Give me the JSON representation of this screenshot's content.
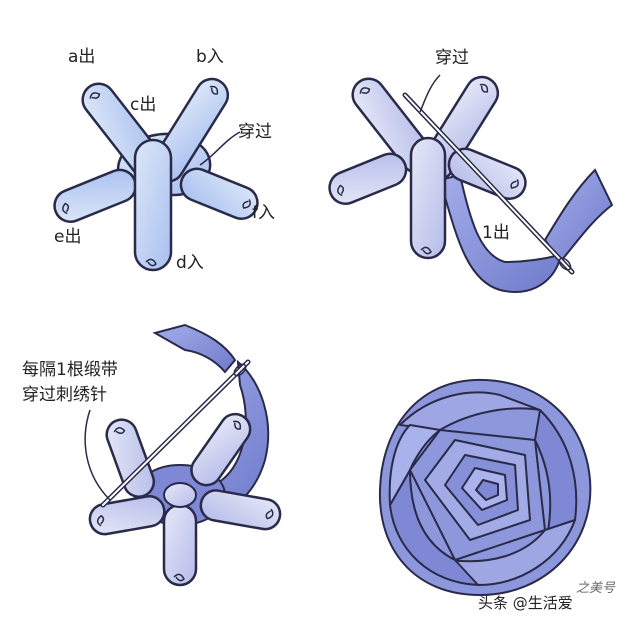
{
  "panel1": {
    "labels": {
      "a": "a出",
      "b": "b入",
      "c": "c出",
      "pass": "穿过",
      "e": "e出",
      "f": "f入",
      "d": "d入"
    }
  },
  "panel2": {
    "labels": {
      "pass": "穿过",
      "one_out": "1出"
    }
  },
  "panel3": {
    "label_line1": "每隔1根缎带",
    "label_line2": "穿过刺绣针"
  },
  "footer": {
    "watermark": "头条 @生活爱",
    "stamp": "之美号"
  },
  "colors": {
    "petal_light": "#cfe0f5",
    "petal_mid": "#b9c8ee",
    "ribbon": "#8d97dc",
    "ribbon_dark": "#7480cc",
    "outline": "#2a2a4a"
  }
}
